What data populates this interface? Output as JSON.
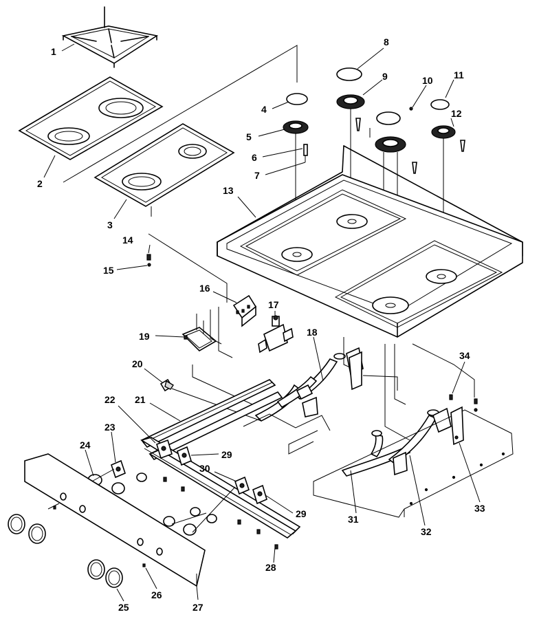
{
  "callouts": [
    {
      "id": "1",
      "label": "1"
    },
    {
      "id": "2",
      "label": "2"
    },
    {
      "id": "3",
      "label": "3"
    },
    {
      "id": "4",
      "label": "4"
    },
    {
      "id": "5",
      "label": "5"
    },
    {
      "id": "6",
      "label": "6"
    },
    {
      "id": "7",
      "label": "7"
    },
    {
      "id": "8",
      "label": "8"
    },
    {
      "id": "9",
      "label": "9"
    },
    {
      "id": "10",
      "label": "10"
    },
    {
      "id": "11",
      "label": "11"
    },
    {
      "id": "12",
      "label": "12"
    },
    {
      "id": "13",
      "label": "13"
    },
    {
      "id": "14",
      "label": "14"
    },
    {
      "id": "15",
      "label": "15"
    },
    {
      "id": "16",
      "label": "16"
    },
    {
      "id": "17",
      "label": "17"
    },
    {
      "id": "18",
      "label": "18"
    },
    {
      "id": "19",
      "label": "19"
    },
    {
      "id": "20",
      "label": "20"
    },
    {
      "id": "21",
      "label": "21"
    },
    {
      "id": "22",
      "label": "22"
    },
    {
      "id": "23",
      "label": "23"
    },
    {
      "id": "24",
      "label": "24"
    },
    {
      "id": "25",
      "label": "25"
    },
    {
      "id": "26",
      "label": "26"
    },
    {
      "id": "27",
      "label": "27"
    },
    {
      "id": "28",
      "label": "28"
    },
    {
      "id": "29a",
      "label": "29"
    },
    {
      "id": "29b",
      "label": "29"
    },
    {
      "id": "30",
      "label": "30"
    },
    {
      "id": "31",
      "label": "31"
    },
    {
      "id": "32",
      "label": "32"
    },
    {
      "id": "33",
      "label": "33"
    },
    {
      "id": "34",
      "label": "34"
    }
  ]
}
